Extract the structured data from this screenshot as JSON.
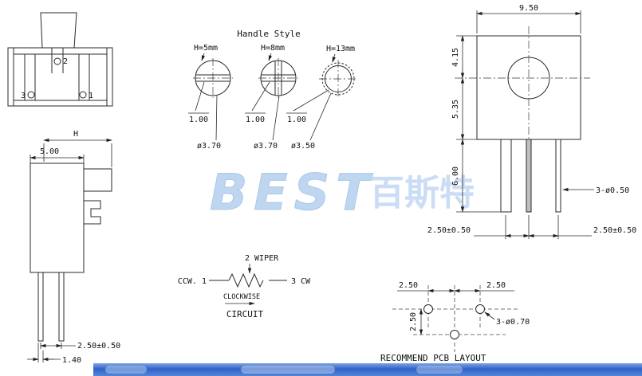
{
  "watermark": {
    "latin": "BEST",
    "cjk": "百斯特"
  },
  "front_view": {
    "pin_top": "2",
    "pin_left": "3",
    "pin_right": "1"
  },
  "side_view": {
    "handle_height": "H",
    "body_width": "5.00",
    "pin_pitch": "2.50±0.50",
    "pin_width": "1.40"
  },
  "handle_style": {
    "title": "Handle Style",
    "variants": [
      {
        "height": "H=5mm",
        "slot_offset": "1.00",
        "diameter": "ø3.70"
      },
      {
        "height": "H=8mm",
        "slot_offset": "1.00",
        "diameter": "ø3.70"
      },
      {
        "height": "H=13mm",
        "slot_offset": "1.00",
        "diameter": "ø3.50"
      }
    ]
  },
  "top_view": {
    "body_width": "9.50",
    "center_offset_top": "4.15",
    "center_offset_bottom": "5.35",
    "pin_length": "6.00",
    "pin_callout": "3-ø0.50",
    "pin_pitch_left": "2.50±0.50",
    "pin_pitch_right": "2.50±0.50"
  },
  "circuit": {
    "title": "CIRCUIT",
    "wiper": "2 WIPER",
    "ccw": "CCW. 1",
    "cw": "3 CW",
    "rotation": "CLOCKWISE"
  },
  "pcb_layout": {
    "title": "RECOMMEND PCB LAYOUT",
    "pad_pitch_left": "2.50",
    "pad_pitch_right": "2.50",
    "pad_pitch_vertical": "2.50",
    "pad_callout": "3-ø0.70"
  }
}
